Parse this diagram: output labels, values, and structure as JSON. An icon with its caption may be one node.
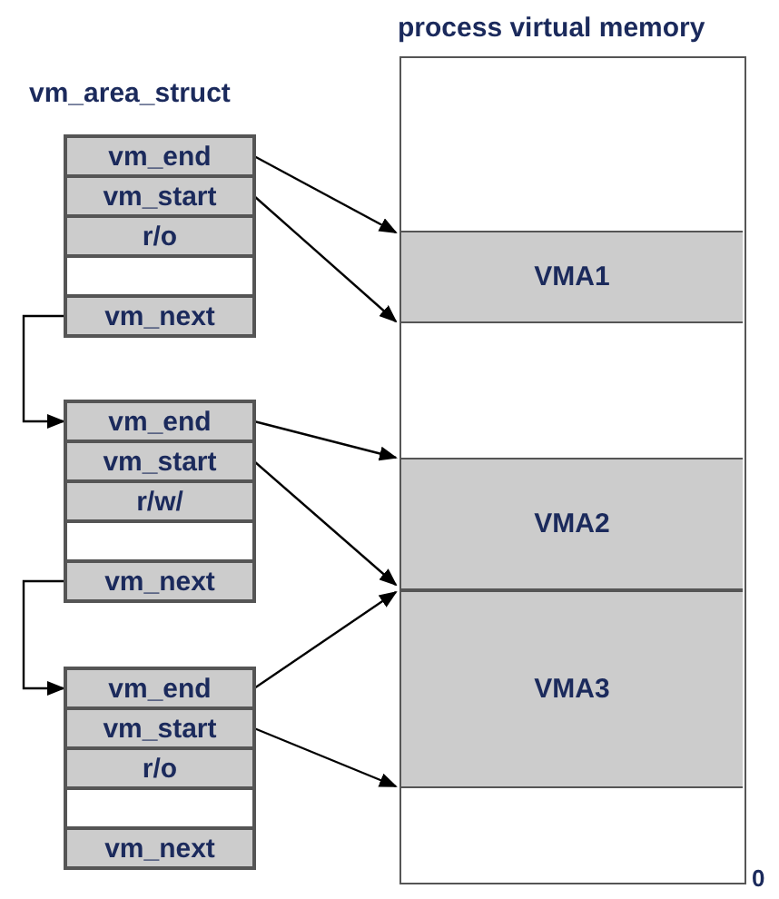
{
  "diagram": {
    "nodes": [
      {
        "text": [
          "process virtual memory"
        ]
      },
      {
        "text": [
          "VMA1"
        ],
        "in": 0
      },
      {
        "text": [
          "VMA2"
        ],
        "in": 0
      },
      {
        "text": [
          "VMA3"
        ],
        "in": 0
      },
      {
        "text": [
          "vm_area_struct"
        ]
      },
      {
        "text": [
          "vm_end"
        ],
        "in": 4
      },
      {
        "text": [
          "vm_start"
        ],
        "in": 4
      },
      {
        "text": [
          "r/o"
        ],
        "in": 4
      },
      {
        "text": [],
        "shape": "box",
        "in": 4
      },
      {
        "text": [
          "vm_next"
        ],
        "in": 4
      },
      {
        "text": [],
        "shape": "box"
      },
      {
        "text": [
          "vm_end"
        ],
        "in": 10
      },
      {
        "text": [
          "vm_start"
        ],
        "in": 10
      },
      {
        "text": [
          "r/w/"
        ],
        "in": 10
      },
      {
        "text": [],
        "shape": "box",
        "in": 10
      },
      {
        "text": [
          "vm_next"
        ],
        "in": 10
      },
      {
        "text": [],
        "shape": "box"
      },
      {
        "text": [
          "vm_end"
        ],
        "in": 16
      },
      {
        "text": [
          "vm_start"
        ],
        "in": 16
      },
      {
        "text": [
          "r/o"
        ],
        "in": 16
      },
      {
        "text": [],
        "shape": "box",
        "in": 16
      },
      {
        "text": [
          "vm_next"
        ],
        "in": 16
      }
    ],
    "edges": [
      {
        "from": 5,
        "to": 1,
        "arrow": "to"
      },
      {
        "from": 6,
        "to": 1,
        "arrow": "to"
      },
      {
        "from": 9,
        "to": 11,
        "arrow": "to"
      },
      {
        "from": 11,
        "to": 2,
        "arrow": "to"
      },
      {
        "from": 12,
        "to": 2,
        "arrow": "to"
      },
      {
        "from": 15,
        "to": 17,
        "arrow": "to"
      },
      {
        "from": 17,
        "to": 3,
        "arrow": "to"
      },
      {
        "from": 18,
        "to": 3,
        "arrow": "to"
      }
    ],
    "labels": [
      "0"
    ]
  }
}
